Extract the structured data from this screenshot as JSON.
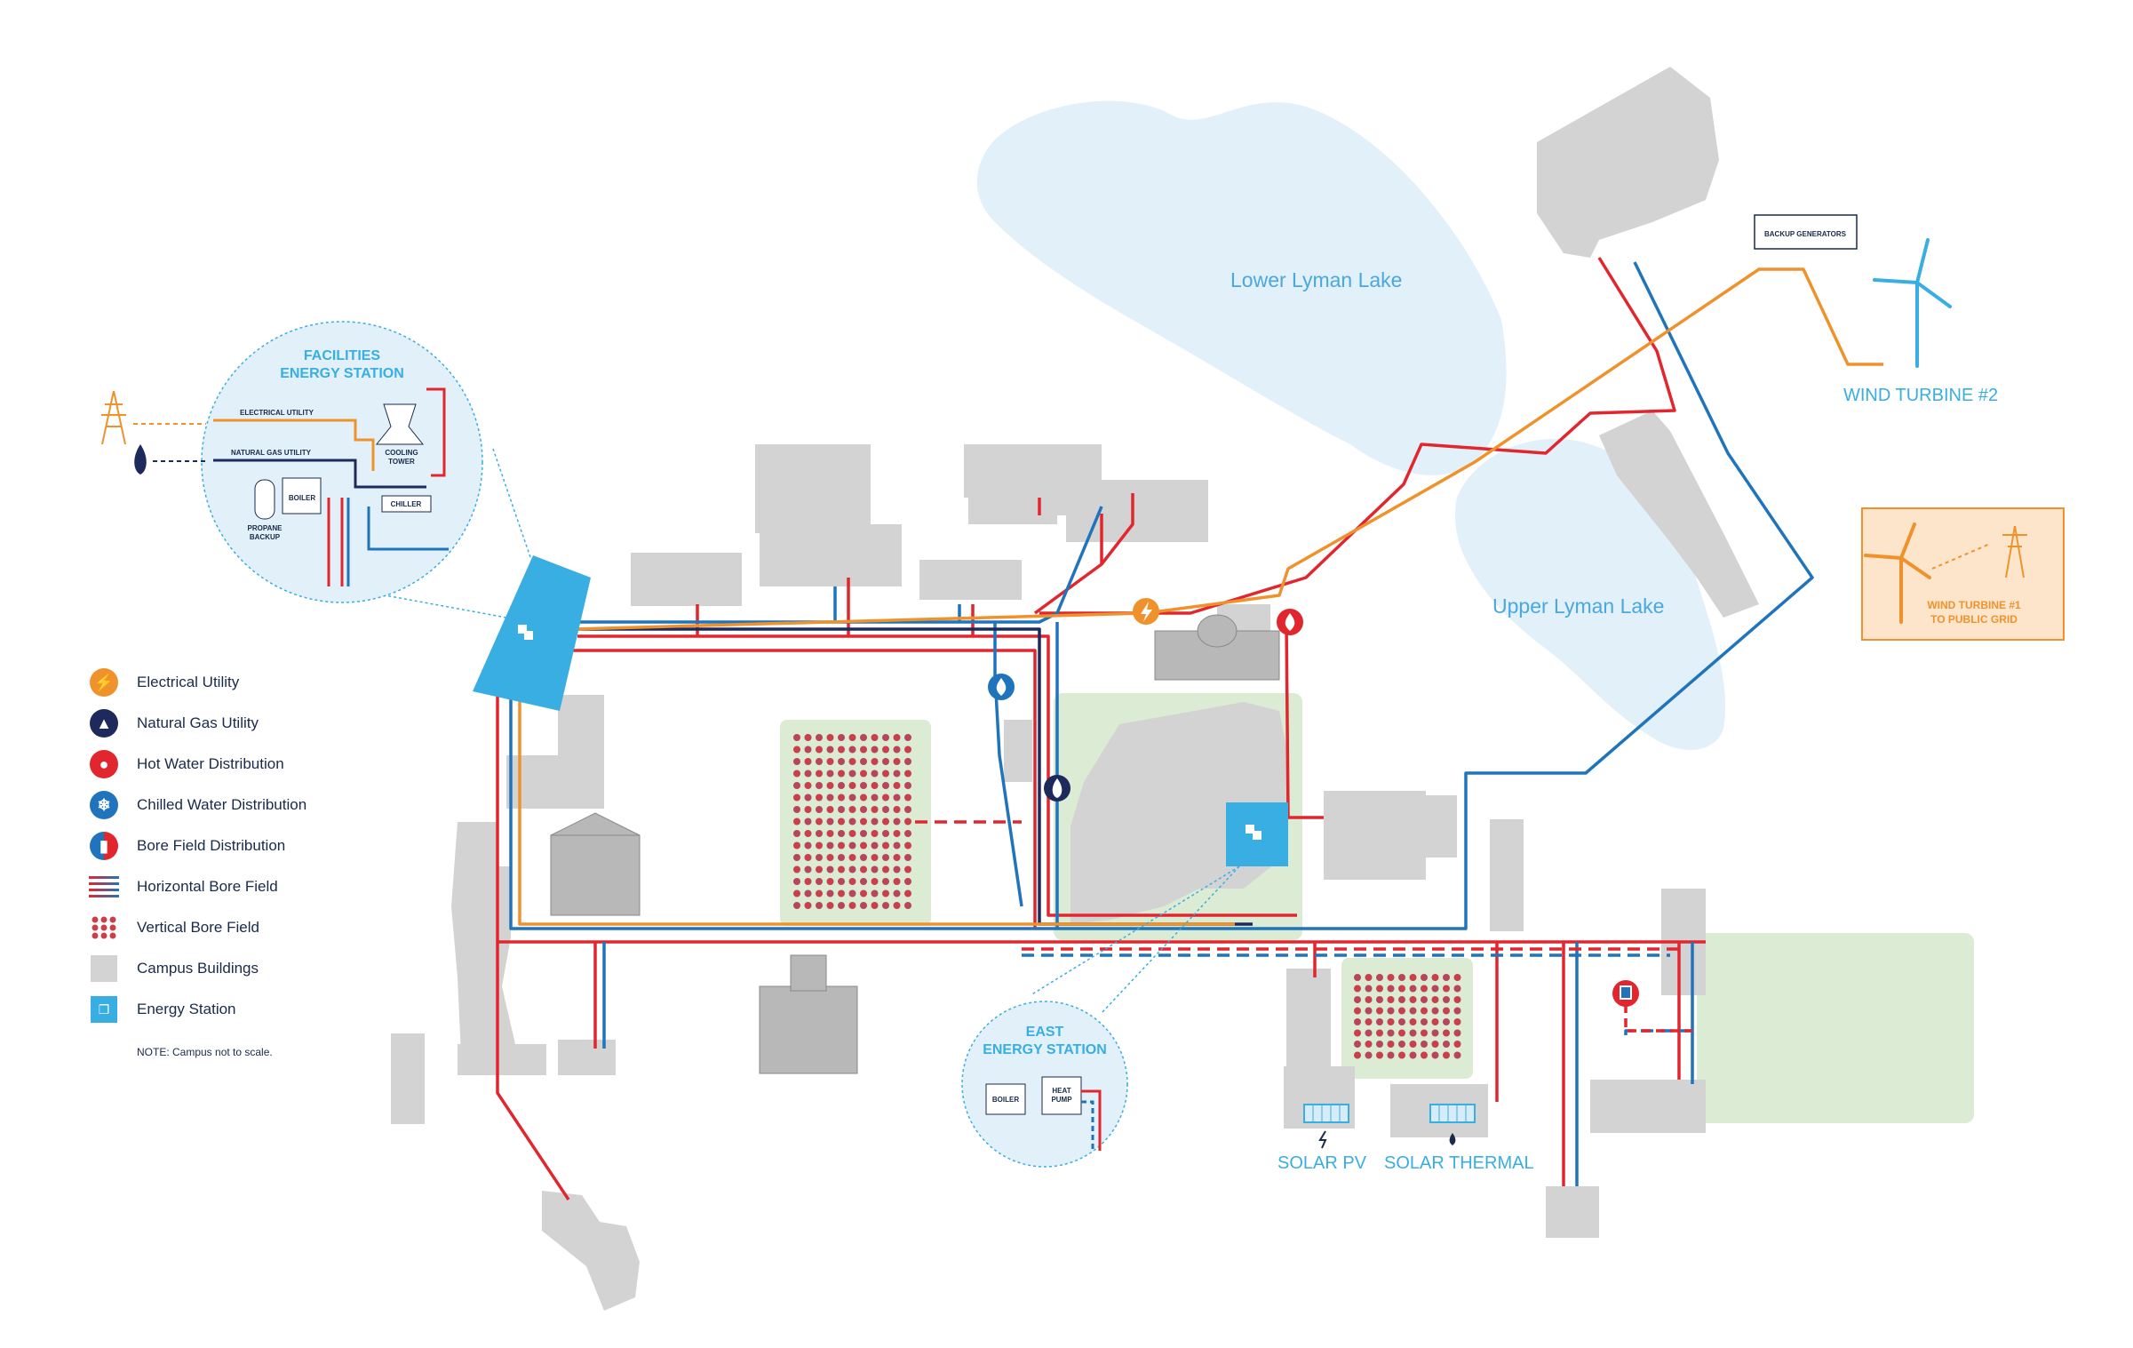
{
  "lakes": {
    "lower": "Lower Lyman Lake",
    "upper": "Upper Lyman Lake"
  },
  "facilities_station": {
    "title_line1": "FACILITIES",
    "title_line2": "ENERGY STATION",
    "electrical_utility": "ELECTRICAL UTILITY",
    "natural_gas_utility": "NATURAL GAS UTILITY",
    "cooling_tower_line1": "COOLING",
    "cooling_tower_line2": "TOWER",
    "chiller": "CHILLER",
    "boiler": "BOILER",
    "propane_line1": "PROPANE",
    "propane_line2": "BACKUP"
  },
  "east_station": {
    "title_line1": "EAST",
    "title_line2": "ENERGY STATION",
    "boiler": "BOILER",
    "heat_pump_line1": "HEAT",
    "heat_pump_line2": "PUMP"
  },
  "backup_generators": "BACKUP GENERATORS",
  "wind_turbine_2": "WIND TURBINE #2",
  "wind_turbine_1_line1": "WIND TURBINE #1",
  "wind_turbine_1_line2": "TO PUBLIC GRID",
  "solar_pv": "SOLAR PV",
  "solar_thermal": "SOLAR THERMAL",
  "colors": {
    "electrical": "#f0922c",
    "natural_gas": "#1f2a5c",
    "hot_water": "#e2262e",
    "chilled_water": "#1f74bb",
    "station": "#38aee3",
    "building": "#d3d3d3",
    "lake": "#e2f0fa",
    "field": "#dcebd4"
  },
  "legend": {
    "items": [
      {
        "label": "Electrical Utility",
        "icon": "lightning-icon"
      },
      {
        "label": "Natural Gas Utility",
        "icon": "flame-icon"
      },
      {
        "label": "Hot Water Distribution",
        "icon": "hot-water-icon"
      },
      {
        "label": "Chilled Water Distribution",
        "icon": "chilled-water-icon"
      },
      {
        "label": "Bore Field Distribution",
        "icon": "bore-field-icon"
      },
      {
        "label": "Horizontal Bore Field",
        "icon": "horizontal-lines-icon"
      },
      {
        "label": "Vertical Bore Field",
        "icon": "dots-icon"
      },
      {
        "label": "Campus Buildings",
        "icon": "building-square-icon"
      },
      {
        "label": "Energy Station",
        "icon": "energy-station-icon"
      }
    ],
    "note": "NOTE: Campus not to scale."
  }
}
